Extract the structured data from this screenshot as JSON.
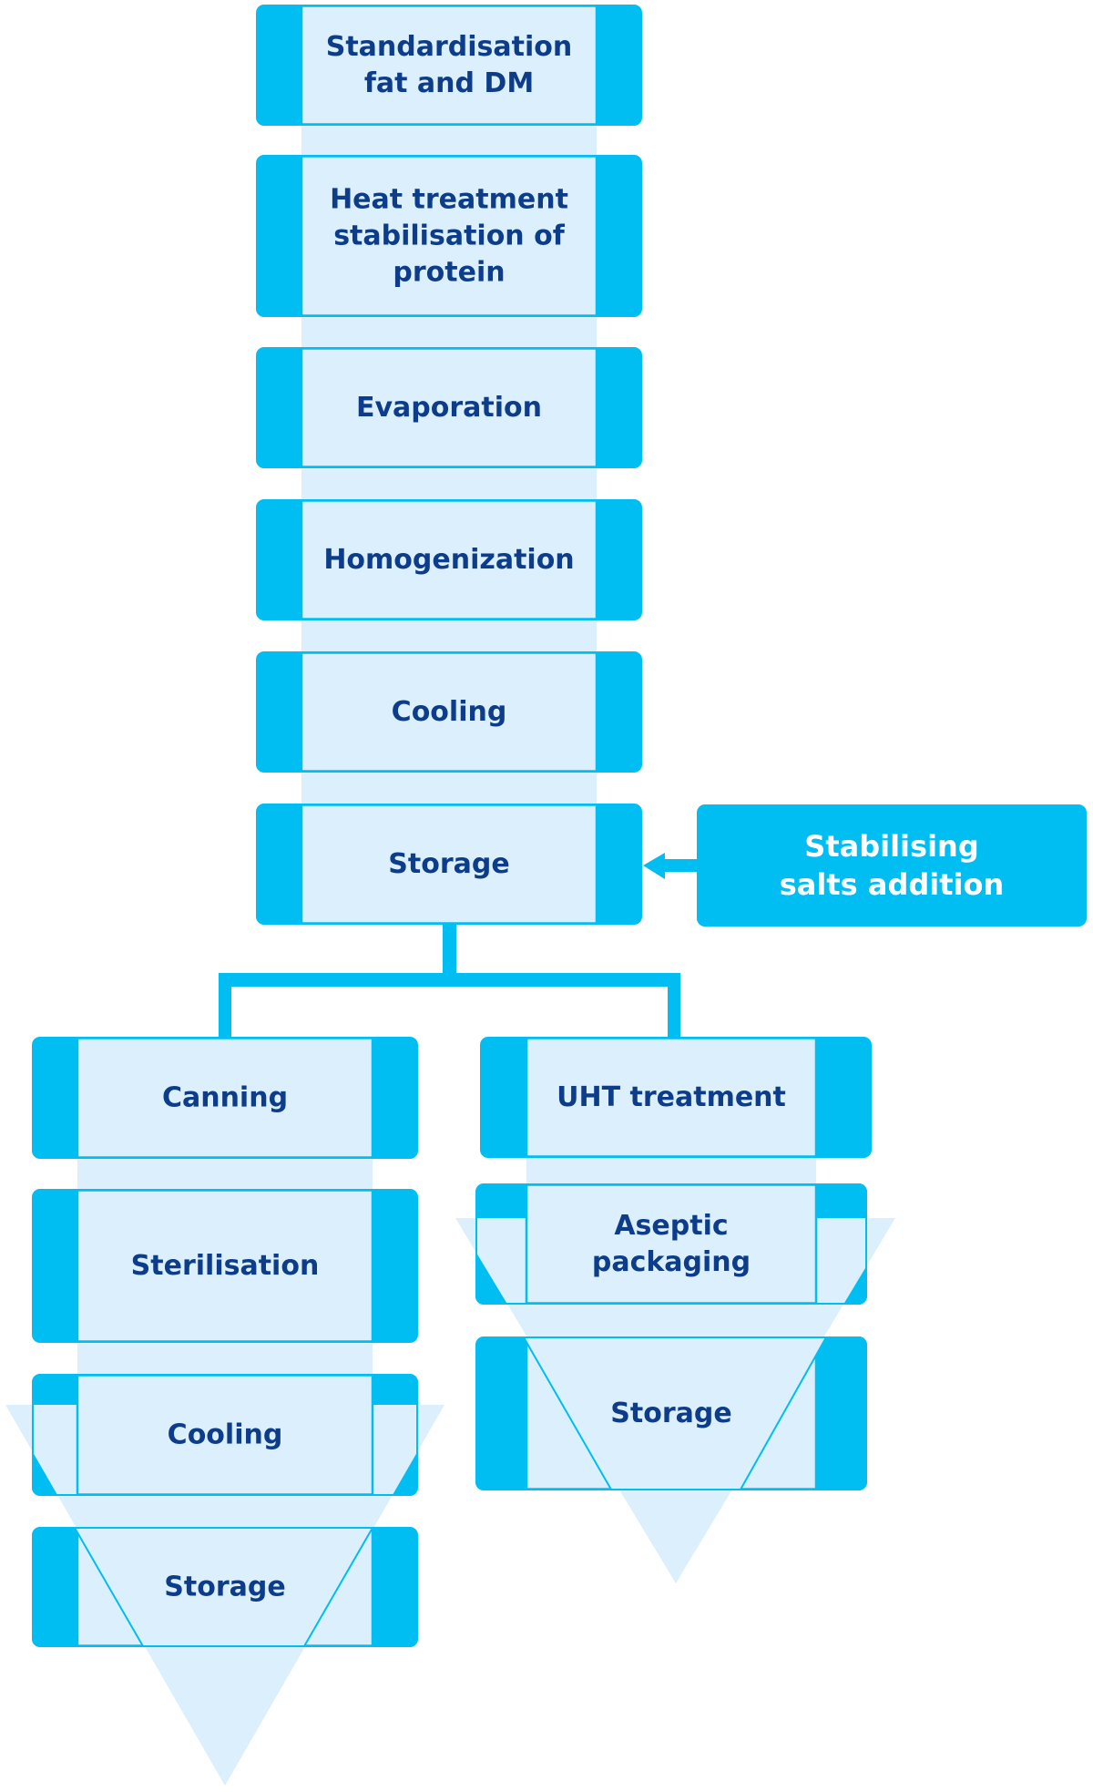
{
  "colors": {
    "accent": "#00bdf2",
    "light_fill": "#dbf0fc",
    "text": "#0d3d8a",
    "input_text": "#ffffff"
  },
  "main_column": {
    "steps": [
      {
        "id": "standardisation",
        "lines": [
          "Standardisation",
          "fat and DM"
        ]
      },
      {
        "id": "heat-treatment",
        "lines": [
          "Heat treatment",
          "stabilisation of",
          "protein"
        ]
      },
      {
        "id": "evaporation",
        "lines": [
          "Evaporation"
        ]
      },
      {
        "id": "homogenization",
        "lines": [
          "Homogenization"
        ]
      },
      {
        "id": "cooling",
        "lines": [
          "Cooling"
        ]
      },
      {
        "id": "storage",
        "lines": [
          "Storage"
        ]
      }
    ]
  },
  "side_input": {
    "id": "stabilising-salts",
    "lines": [
      "Stabilising",
      "salts addition"
    ],
    "target": "storage"
  },
  "branches": [
    {
      "id": "canning-branch",
      "steps": [
        {
          "id": "canning",
          "lines": [
            "Canning"
          ]
        },
        {
          "id": "sterilisation",
          "lines": [
            "Sterilisation"
          ]
        },
        {
          "id": "cooling-2",
          "lines": [
            "Cooling"
          ]
        },
        {
          "id": "storage-2",
          "lines": [
            "Storage"
          ]
        }
      ]
    },
    {
      "id": "uht-branch",
      "steps": [
        {
          "id": "uht-treatment",
          "lines": [
            "UHT treatment"
          ]
        },
        {
          "id": "aseptic-packaging",
          "lines": [
            "Aseptic",
            "packaging"
          ]
        },
        {
          "id": "storage-3",
          "lines": [
            "Storage"
          ]
        }
      ]
    }
  ]
}
